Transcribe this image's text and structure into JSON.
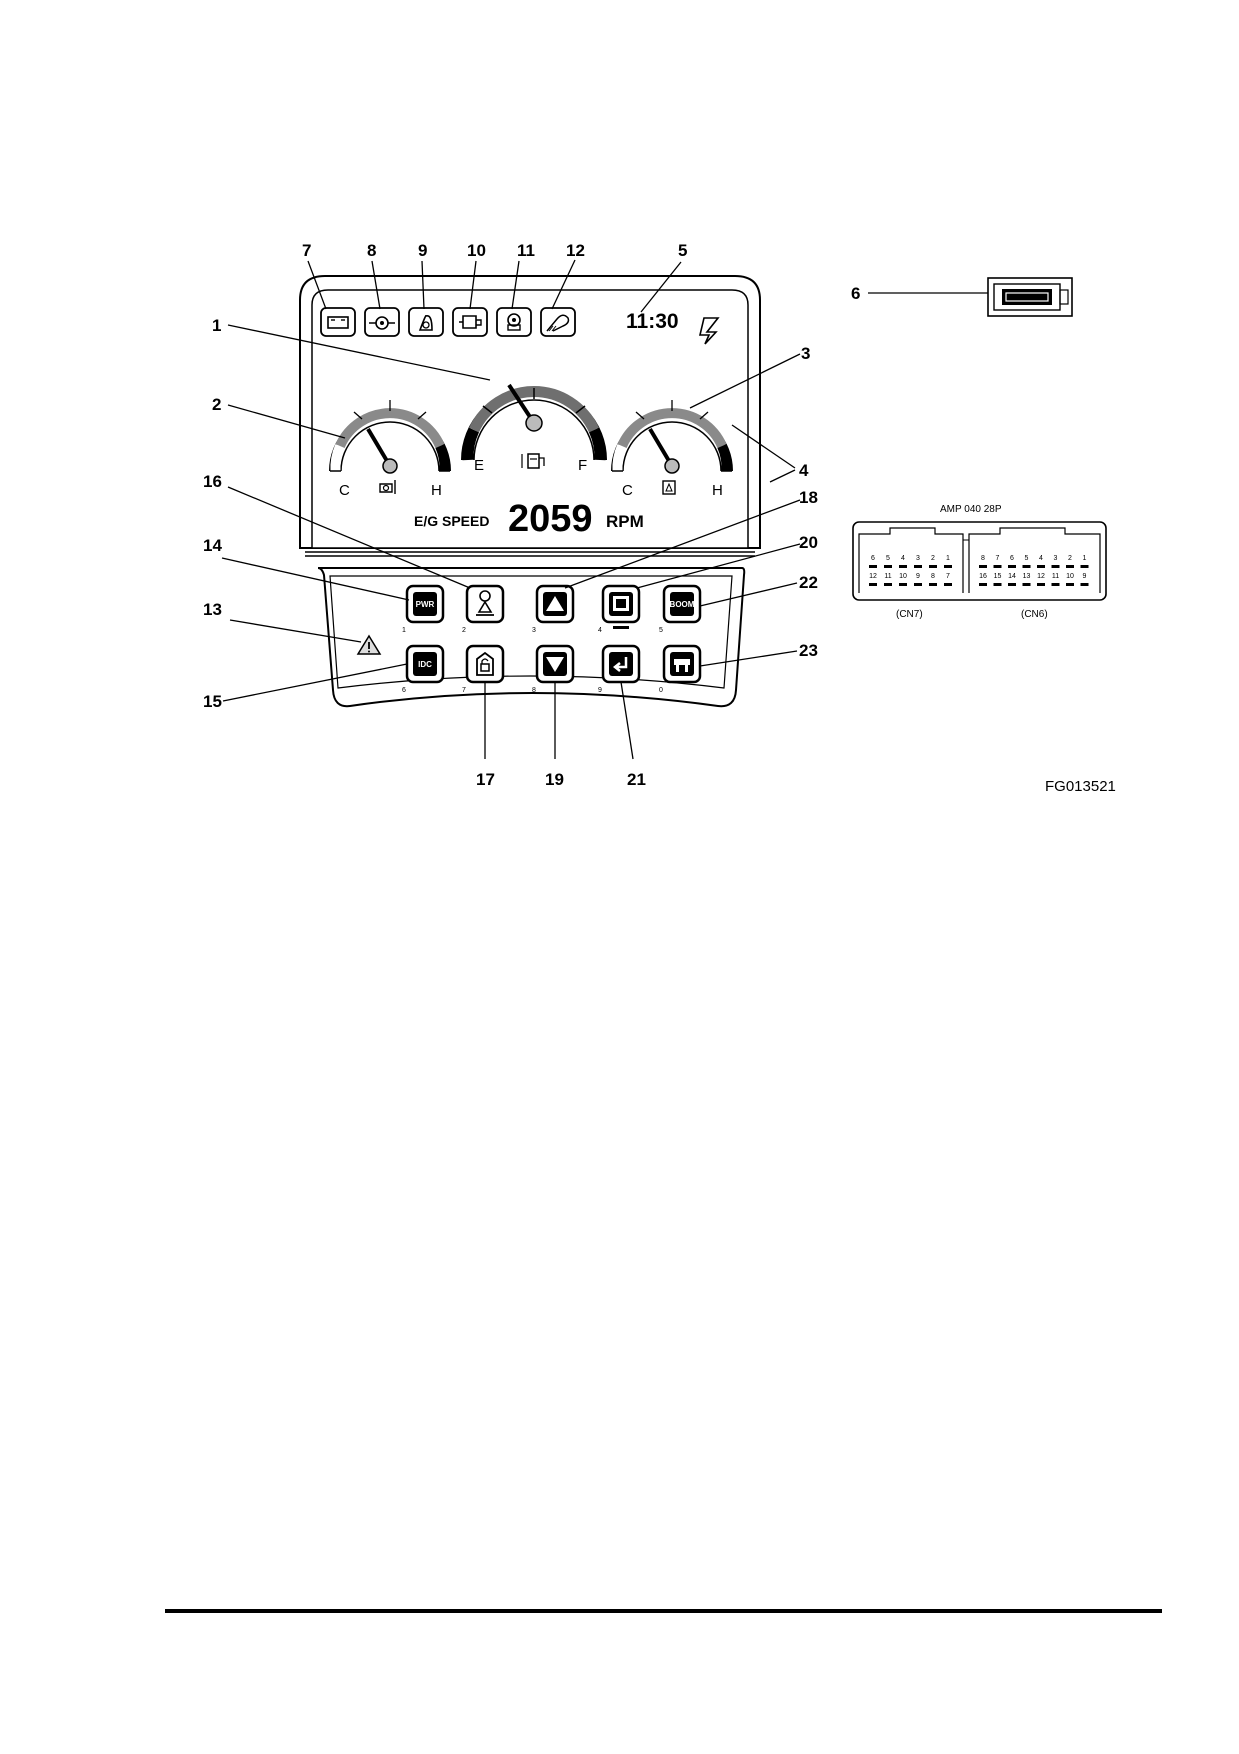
{
  "panel": {
    "clock": "11:30",
    "speed_label": "E/G SPEED",
    "rpm_value": "2059",
    "rpm_unit": "RPM",
    "fuel_gauge": {
      "low": "E",
      "high": "F"
    },
    "coolant_gauge": {
      "low": "C",
      "high": "H"
    },
    "hydraulic_gauge": {
      "low": "C",
      "high": "H"
    },
    "keys": [
      {
        "id": "14",
        "label": "PWR",
        "number": "1",
        "icon": "power-mode-icon"
      },
      {
        "id": "16",
        "label": "",
        "number": "2",
        "icon": "work-mode-icon"
      },
      {
        "id": "18",
        "label": "",
        "number": "3",
        "icon": "up-arrow-icon"
      },
      {
        "id": "20",
        "label": "",
        "number": "4",
        "icon": "display-select-icon"
      },
      {
        "id": "22",
        "label": "BOOM",
        "number": "5",
        "icon": "boom-priority-icon"
      },
      {
        "id": "15",
        "label": "IDC",
        "number": "6",
        "icon": "auto-idle-icon"
      },
      {
        "id": "17",
        "label": "",
        "number": "7",
        "icon": "lock-icon"
      },
      {
        "id": "19",
        "label": "",
        "number": "8",
        "icon": "down-arrow-icon"
      },
      {
        "id": "21",
        "label": "",
        "number": "9",
        "icon": "enter-icon"
      },
      {
        "id": "23",
        "label": "",
        "number": "0",
        "icon": "travel-speed-icon"
      }
    ],
    "indicators": [
      {
        "id": "7",
        "icon": "battery-icon"
      },
      {
        "id": "8",
        "icon": "oil-pressure-icon"
      },
      {
        "id": "9",
        "icon": "coolant-temp-icon"
      },
      {
        "id": "10",
        "icon": "air-filter-icon"
      },
      {
        "id": "11",
        "icon": "fuel-filter-icon"
      },
      {
        "id": "12",
        "icon": "preheat-icon"
      }
    ]
  },
  "callouts": [
    "1",
    "2",
    "3",
    "4",
    "4",
    "5",
    "6",
    "7",
    "8",
    "9",
    "10",
    "11",
    "12",
    "13",
    "14",
    "15",
    "16",
    "17",
    "18",
    "19",
    "20",
    "21",
    "22",
    "23"
  ],
  "connector": {
    "title": "AMP 040 28P",
    "cn7_label": "(CN7)",
    "cn6_label": "(CN6)",
    "cn7_top": [
      "6",
      "5",
      "4",
      "3",
      "2",
      "1"
    ],
    "cn7_bottom": [
      "12",
      "11",
      "10",
      "9",
      "8",
      "7"
    ],
    "cn6_top": [
      "8",
      "7",
      "6",
      "5",
      "4",
      "3",
      "2",
      "1"
    ],
    "cn6_bottom": [
      "16",
      "15",
      "14",
      "13",
      "12",
      "11",
      "10",
      "9"
    ]
  },
  "figure_code": "FG013521"
}
